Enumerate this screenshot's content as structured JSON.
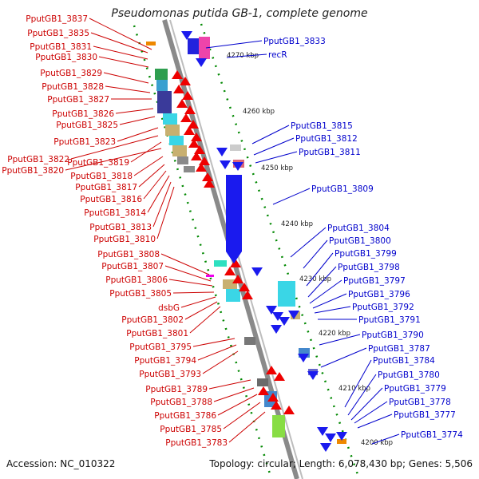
{
  "title": "Pseudomonas putida GB-1, complete genome",
  "footer": {
    "accession": "Accession: NC_010322",
    "summary": "Topology: circular; Length: 6,078,430 bp; Genes: 5,506"
  },
  "colors": {
    "left_labels": "#cc0000",
    "right_labels": "#0000cc",
    "forward_strand": "#ee0000",
    "reverse_strand": "#1a1aee",
    "backbone": "#8a8a8a",
    "tick": "#008800"
  },
  "scale_kbp": [
    "4270 kbp",
    "4260 kbp",
    "4250 kbp",
    "4240 kbp",
    "4230 kbp",
    "4220 kbp",
    "4210 kbp",
    "4200 kbp"
  ],
  "left_genes": [
    "PputGB1_3837",
    "PputGB1_3835",
    "PputGB1_3831",
    "PputGB1_3830",
    "PputGB1_3829",
    "PputGB1_3828",
    "PputGB1_3827",
    "PputGB1_3826",
    "PputGB1_3825",
    "PputGB1_3823",
    "PputGB1_3822",
    "PputGB1_3819",
    "PputGB1_3820",
    "PputGB1_3818",
    "PputGB1_3817",
    "PputGB1_3816",
    "PputGB1_3814",
    "PputGB1_3813",
    "PputGB1_3810",
    "PputGB1_3808",
    "PputGB1_3807",
    "PputGB1_3806",
    "PputGB1_3805",
    "dsbG",
    "PputGB1_3802",
    "PputGB1_3801",
    "PputGB1_3795",
    "PputGB1_3794",
    "PputGB1_3793",
    "PputGB1_3789",
    "PputGB1_3788",
    "PputGB1_3786",
    "PputGB1_3785",
    "PputGB1_3783"
  ],
  "right_genes": [
    "PputGB1_3833",
    "recR",
    "PputGB1_3815",
    "PputGB1_3812",
    "PputGB1_3811",
    "PputGB1_3809",
    "PputGB1_3804",
    "PputGB1_3800",
    "PputGB1_3799",
    "PputGB1_3798",
    "PputGB1_3797",
    "PputGB1_3796",
    "PputGB1_3792",
    "PputGB1_3791",
    "PputGB1_3790",
    "PputGB1_3787",
    "PputGB1_3784",
    "PputGB1_3780",
    "PputGB1_3779",
    "PputGB1_3778",
    "PputGB1_3777",
    "PputGB1_3774"
  ]
}
